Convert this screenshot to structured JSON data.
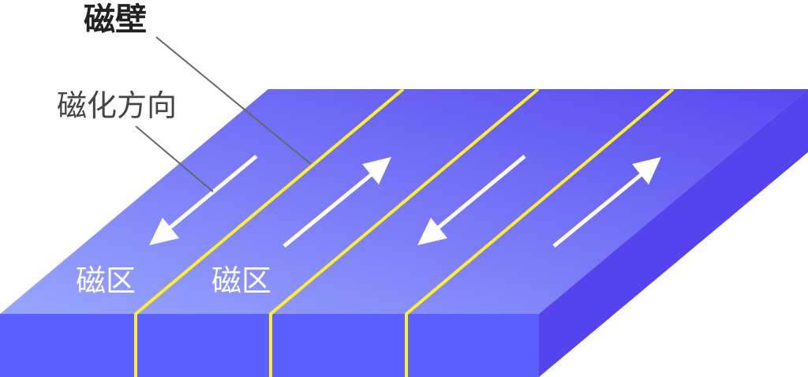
{
  "labels": {
    "domain_wall": "磁壁",
    "magnetization_direction": "磁化方向",
    "domain_1": "磁区",
    "domain_2": "磁区"
  },
  "colors": {
    "top_face_light": "#98a6ff",
    "top_face_dark": "#5749f0",
    "front_face": "#5b60ff",
    "side_face": "#5544ee",
    "domain_wall": "#ffee2a",
    "arrow": "#ffffff",
    "leader_line": "#666666",
    "title_text": "#222222",
    "subtitle_text": "#444444",
    "domain_text": "#ffffff"
  },
  "arrows": [
    {
      "direction": "down-left"
    },
    {
      "direction": "up-right"
    },
    {
      "direction": "down-left"
    },
    {
      "direction": "up-right"
    }
  ]
}
